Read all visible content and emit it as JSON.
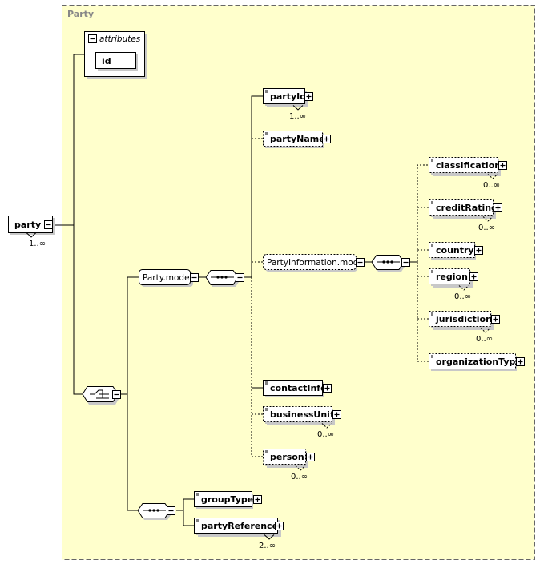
{
  "diagram": {
    "group_title": "Party",
    "root": {
      "label": "party",
      "cardinality": "1..∞"
    },
    "attributes": {
      "header": "attributes",
      "items": [
        "id"
      ]
    },
    "model_group": {
      "label": "Party.model"
    },
    "nested_group": {
      "label": "PartyInformation.model"
    },
    "elements": {
      "partyId": {
        "label": "partyId",
        "cardinality": "1..∞"
      },
      "partyName": {
        "label": "partyName"
      },
      "classification": {
        "label": "classification",
        "cardinality": "0..∞"
      },
      "creditRating": {
        "label": "creditRating",
        "cardinality": "0..∞"
      },
      "country": {
        "label": "country"
      },
      "region": {
        "label": "region",
        "cardinality": "0..∞"
      },
      "jurisdiction": {
        "label": "jurisdiction",
        "cardinality": "0..∞"
      },
      "organizationType": {
        "label": "organizationType"
      },
      "contactInfo": {
        "label": "contactInfo"
      },
      "businessUnit": {
        "label": "businessUnit",
        "cardinality": "0..∞"
      },
      "person": {
        "label": "person",
        "cardinality": "0..∞"
      },
      "groupType": {
        "label": "groupType"
      },
      "partyReference": {
        "label": "partyReference",
        "cardinality": "2..∞"
      }
    }
  }
}
